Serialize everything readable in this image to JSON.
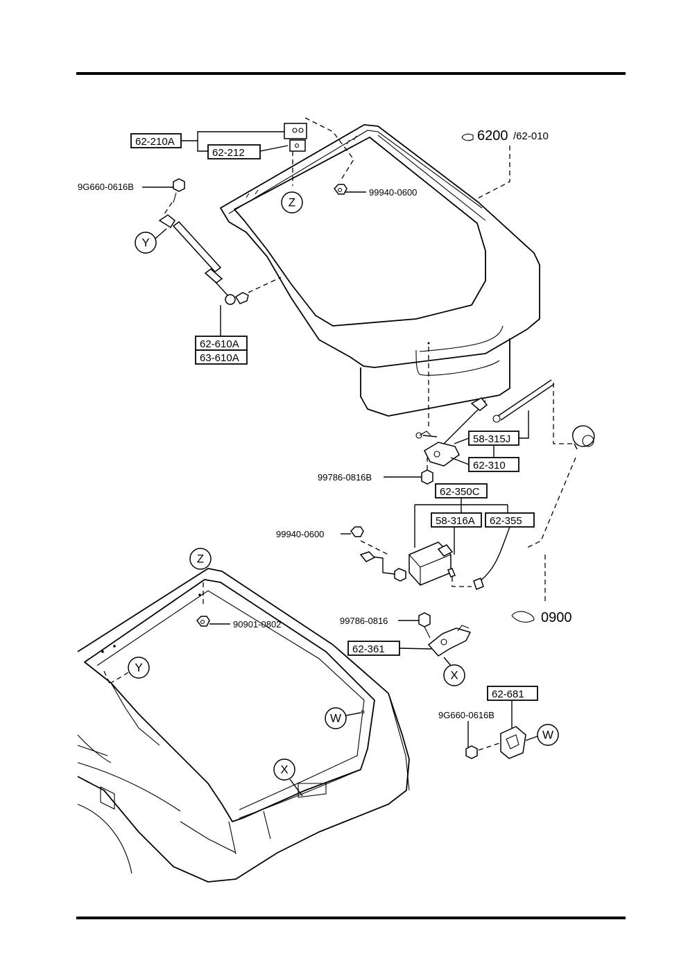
{
  "diagram": {
    "part_labels": {
      "p_62_210A": "62-210A",
      "p_62_212": "62-212",
      "p_9G660_0616B_top": "9G660-0616B",
      "p_99940_0600_top": "99940-0600",
      "p_62_610A": "62-610A",
      "p_63_610A": "63-610A",
      "p_58_315J": "58-315J",
      "p_62_310": "62-310",
      "p_99786_0816B": "99786-0816B",
      "p_62_350C": "62-350C",
      "p_58_316A": "58-316A",
      "p_62_355": "62-355",
      "p_99940_0600_mid": "99940-0600",
      "p_99786_0816": "99786-0816",
      "p_62_361": "62-361",
      "p_90901_0802": "90901-0802",
      "p_62_681": "62-681",
      "p_9G660_0616B_bot": "9G660-0616B"
    },
    "references": {
      "ref_main": "6200",
      "ref_main_sub": "/62-010",
      "ref_0900": "0900"
    },
    "callouts": {
      "z_top": "Z",
      "y_top": "Y",
      "z_bottom": "Z",
      "y_bottom": "Y",
      "w_right": "W",
      "w_car": "W",
      "x_mid": "X",
      "x_car": "X"
    },
    "icons": [
      "pointing-hand-icon"
    ]
  }
}
